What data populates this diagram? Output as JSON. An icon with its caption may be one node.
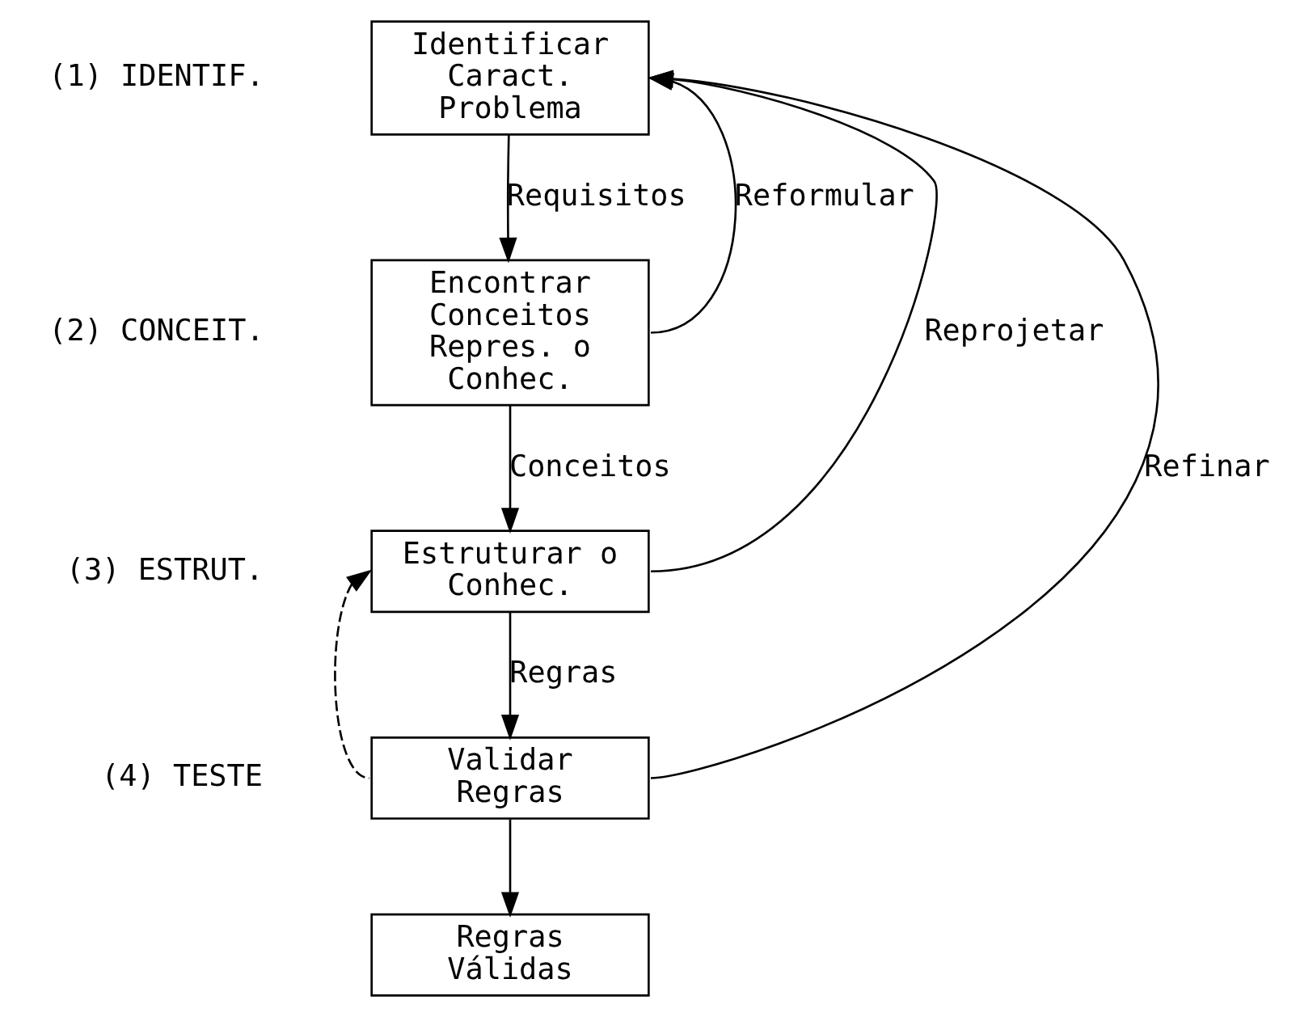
{
  "diagram": {
    "nodes": [
      {
        "text": [
          "Identificar Caract. Problema"
        ]
      },
      {
        "text": [
          "Encontrar Conceitos Repres. o Conhec."
        ]
      },
      {
        "text": [
          "Estruturar o Conhec."
        ]
      },
      {
        "text": [
          "Validar Regras"
        ]
      },
      {
        "text": [
          "Regras Válidas"
        ]
      }
    ],
    "edges": [
      {
        "from": 0,
        "to": 1,
        "arrow": "to",
        "label": "Requisitos"
      },
      {
        "from": 1,
        "to": 2,
        "arrow": "to",
        "label": "Conceitos"
      },
      {
        "from": 2,
        "to": 3,
        "arrow": "to",
        "label": "Regras"
      },
      {
        "from": 3,
        "to": 4,
        "arrow": "to"
      },
      {
        "from": 3,
        "to": 2,
        "arrow": "to",
        "style": "dashed"
      },
      {
        "from": 1,
        "to": 0,
        "arrow": "to",
        "label": "Reformular"
      },
      {
        "from": 2,
        "to": 0,
        "arrow": "to",
        "label": "Reprojetar"
      },
      {
        "from": 3,
        "to": 0,
        "arrow": "to",
        "label": "Refinar"
      }
    ],
    "labels": [
      "(1) IDENTIF.",
      "(2) CONCEIT.",
      "(3) ESTRUT.",
      "(4) TESTE"
    ]
  }
}
